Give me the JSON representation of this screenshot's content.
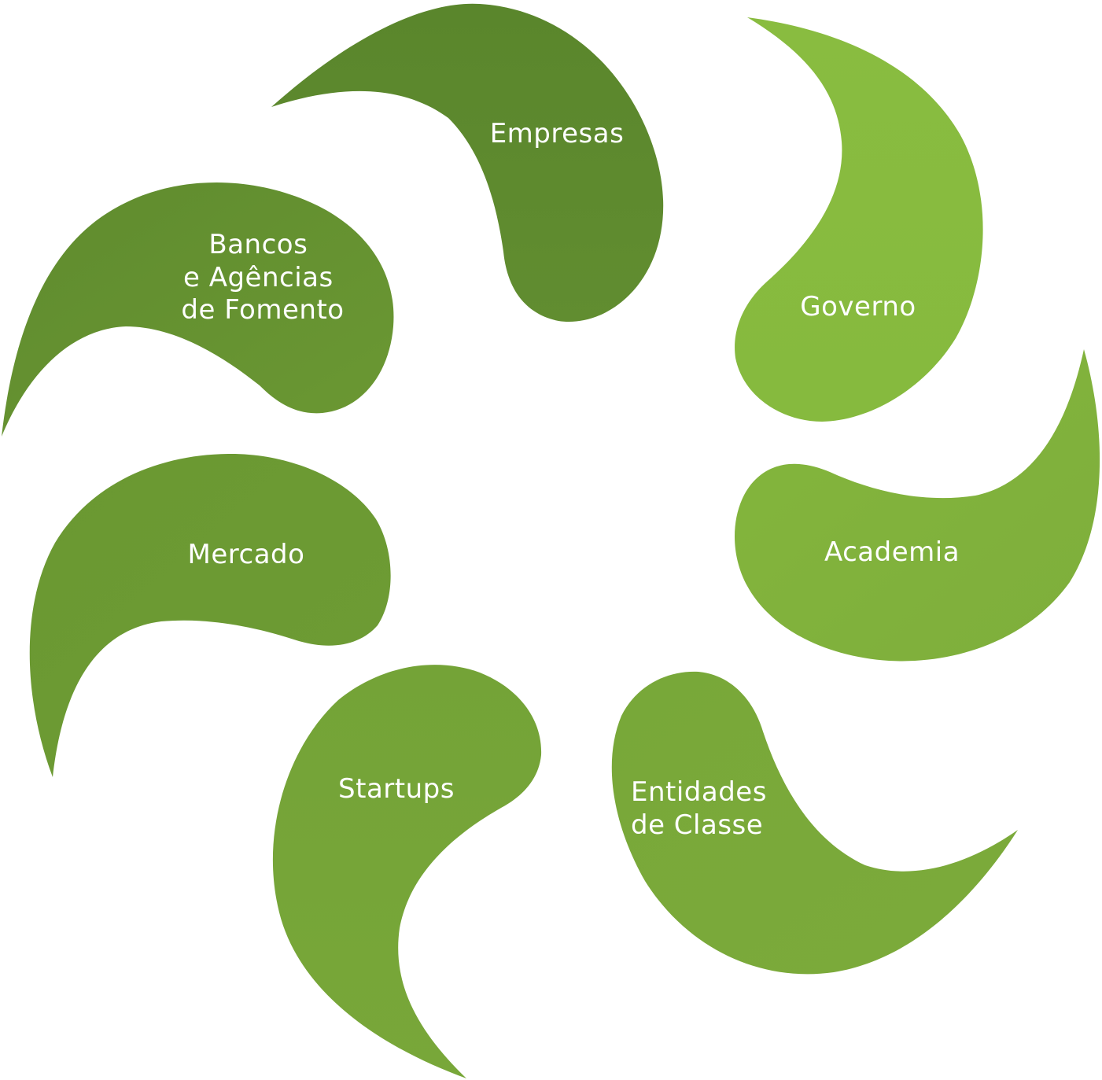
{
  "colors": {
    "dark_green": "#5e8a2f",
    "mid_green": "#6d9a33",
    "olive_green": "#77a638",
    "light_green": "#86ba3e",
    "label_text": "#ffffff",
    "background": "#ffffff"
  },
  "petals": [
    {
      "id": "empresas",
      "lines": [
        "Empresas"
      ],
      "color": "dark_green"
    },
    {
      "id": "governo",
      "lines": [
        "Governo"
      ],
      "color": "light_green"
    },
    {
      "id": "academia",
      "lines": [
        "Academia"
      ],
      "color": "light_green"
    },
    {
      "id": "entidades",
      "lines": [
        "Entidades",
        "de Classe"
      ],
      "color": "olive_green"
    },
    {
      "id": "startups",
      "lines": [
        "Startups"
      ],
      "color": "olive_green"
    },
    {
      "id": "mercado",
      "lines": [
        "Mercado"
      ],
      "color": "mid_green"
    },
    {
      "id": "bancos",
      "lines": [
        "Bancos",
        "e Agências",
        "de Fomento"
      ],
      "color": "mid_green"
    }
  ]
}
